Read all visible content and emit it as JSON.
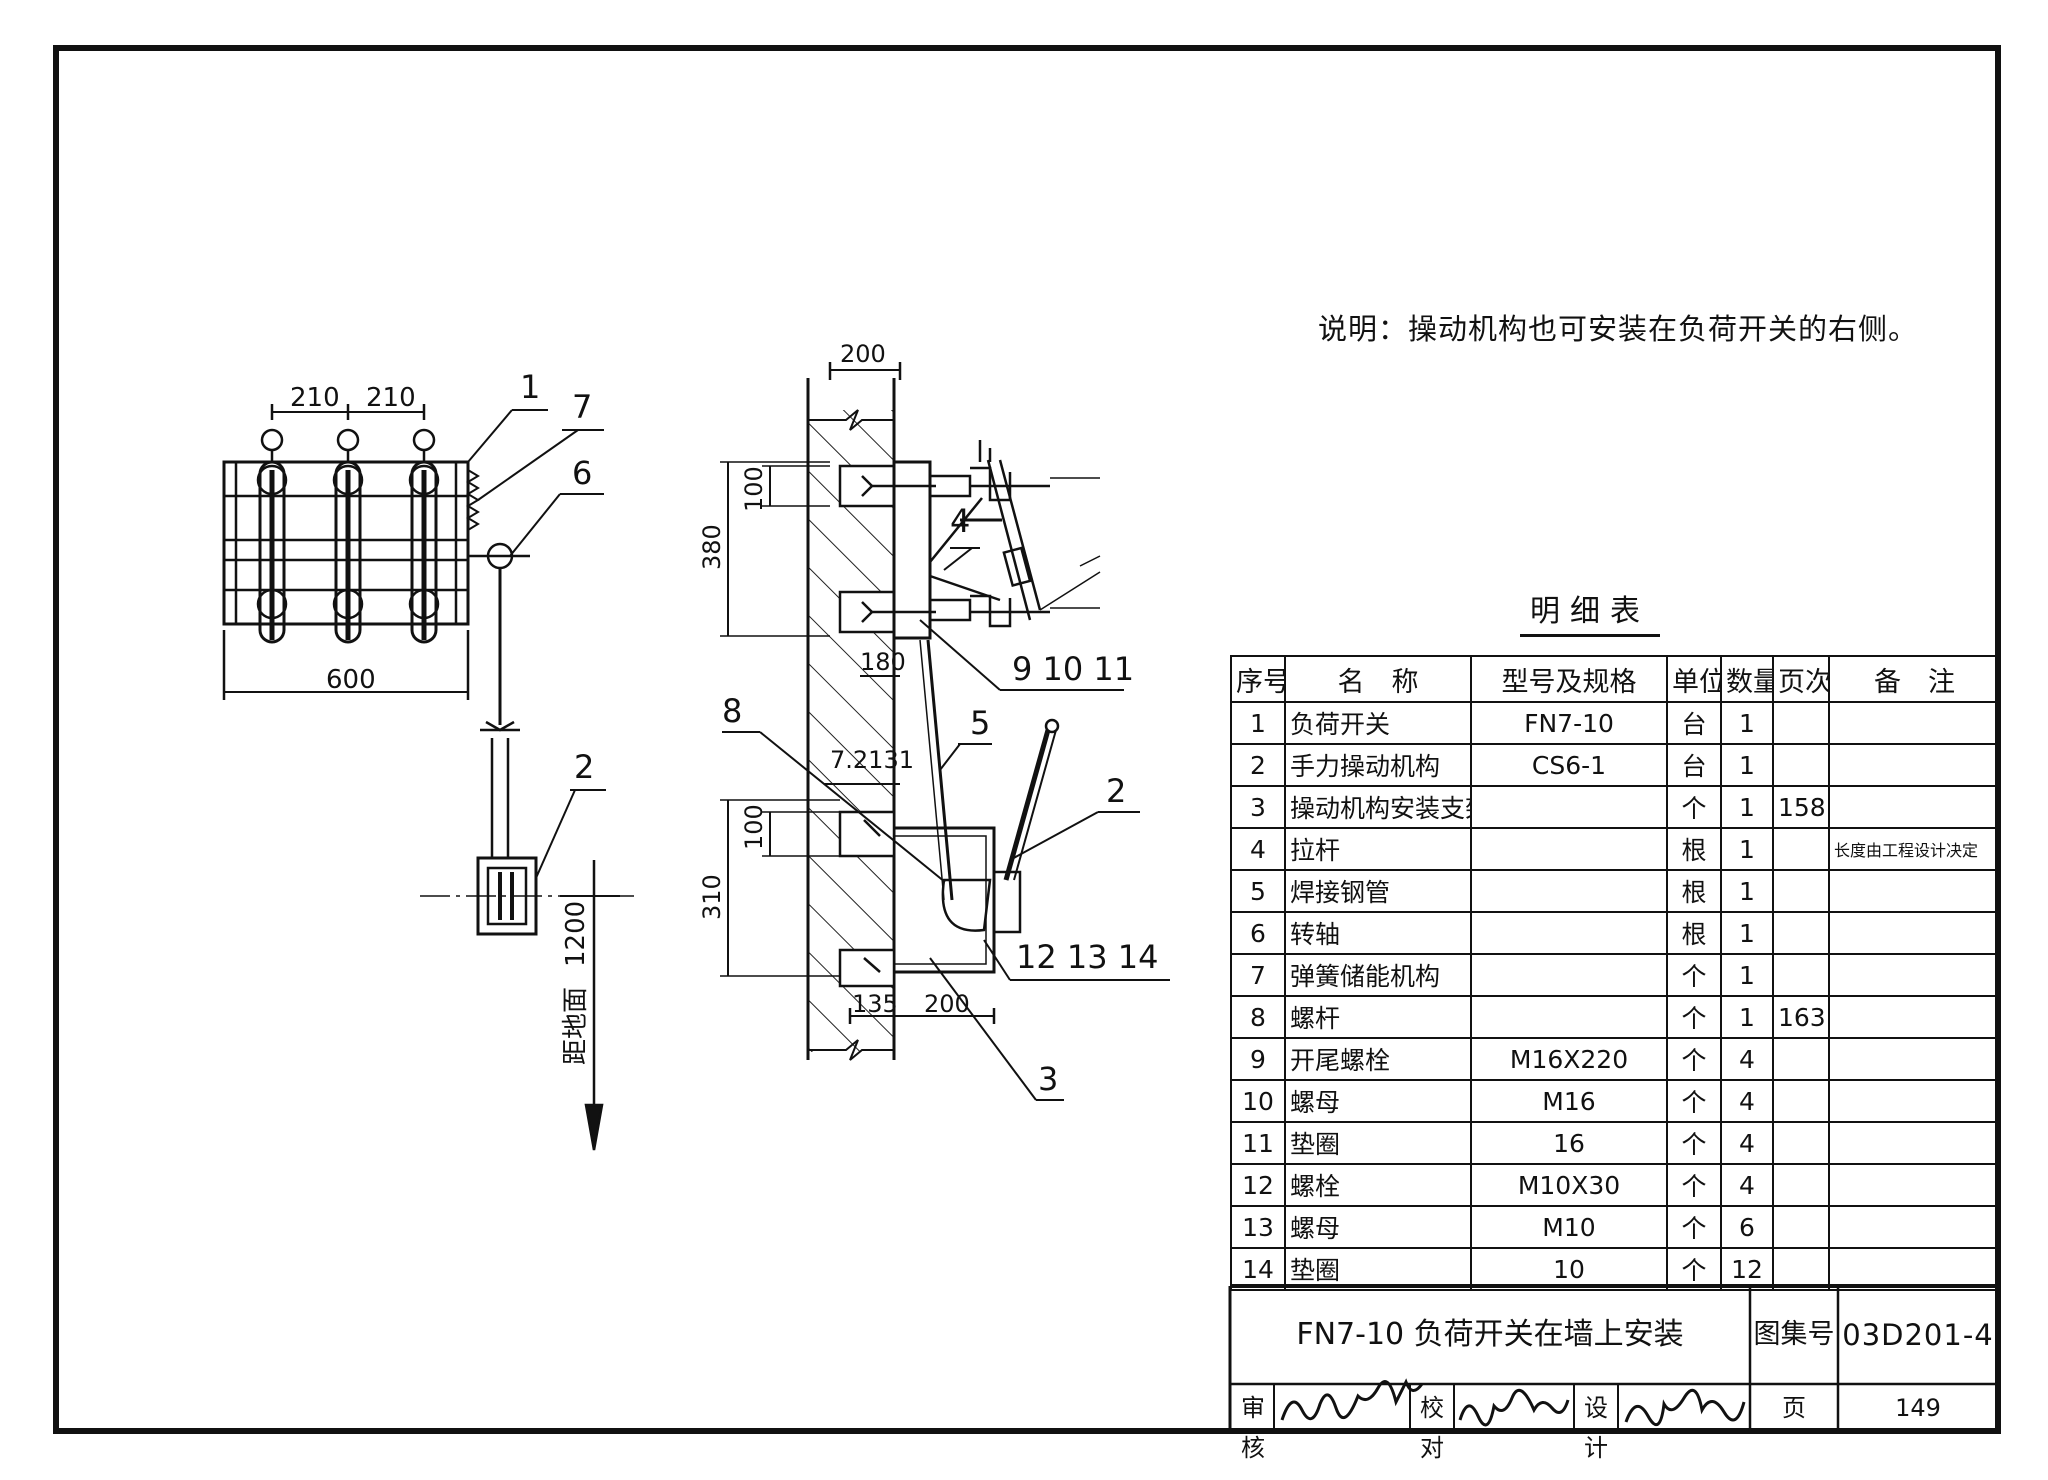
{
  "note": "说明：操动机构也可安装在负荷开关的右侧。",
  "front_view": {
    "dims": [
      "210",
      "210",
      "600",
      "1200"
    ],
    "ground_label": "距地面",
    "callouts": [
      "1",
      "7",
      "6",
      "2"
    ]
  },
  "side_view": {
    "dims": [
      "200",
      "100",
      "380",
      "180",
      "7.2131",
      "100",
      "310",
      "135",
      "200"
    ],
    "callouts": [
      "4",
      "9 10 11",
      "8",
      "5",
      "2",
      "12 13 14",
      "3"
    ]
  },
  "bom": {
    "title": "明细表",
    "headers": [
      "序号",
      "名　称",
      "型号及规格",
      "单位",
      "数量",
      "页次",
      "备　注"
    ],
    "rows": [
      [
        "1",
        "负荷开关",
        "FN7-10",
        "台",
        "1",
        "",
        ""
      ],
      [
        "2",
        "手力操动机构",
        "CS6-1",
        "台",
        "1",
        "",
        ""
      ],
      [
        "3",
        "操动机构安装支架",
        "",
        "个",
        "1",
        "158",
        ""
      ],
      [
        "4",
        "拉杆",
        "",
        "根",
        "1",
        "",
        "长度由工程设计决定"
      ],
      [
        "5",
        "焊接钢管",
        "",
        "根",
        "1",
        "",
        ""
      ],
      [
        "6",
        "转轴",
        "",
        "根",
        "1",
        "",
        ""
      ],
      [
        "7",
        "弹簧储能机构",
        "",
        "个",
        "1",
        "",
        ""
      ],
      [
        "8",
        "螺杆",
        "",
        "个",
        "1",
        "163",
        ""
      ],
      [
        "9",
        "开尾螺栓",
        "M16X220",
        "个",
        "4",
        "",
        ""
      ],
      [
        "10",
        "螺母",
        "M16",
        "个",
        "4",
        "",
        ""
      ],
      [
        "11",
        "垫圈",
        "16",
        "个",
        "4",
        "",
        ""
      ],
      [
        "12",
        "螺栓",
        "M10X30",
        "个",
        "4",
        "",
        ""
      ],
      [
        "13",
        "螺母",
        "M10",
        "个",
        "6",
        "",
        ""
      ],
      [
        "14",
        "垫圈",
        "10",
        "个",
        "12",
        "",
        ""
      ]
    ]
  },
  "title_block": {
    "drawing_title": "FN7-10 负荷开关在墙上安装",
    "set_label": "图集号",
    "set_number": "03D201-4",
    "review_label": "审核",
    "check_label": "校对",
    "design_label": "设计",
    "page_label": "页",
    "page_number": "149",
    "signatures": [
      "李瑞良",
      "孔向东",
      "顾冬梅"
    ]
  }
}
